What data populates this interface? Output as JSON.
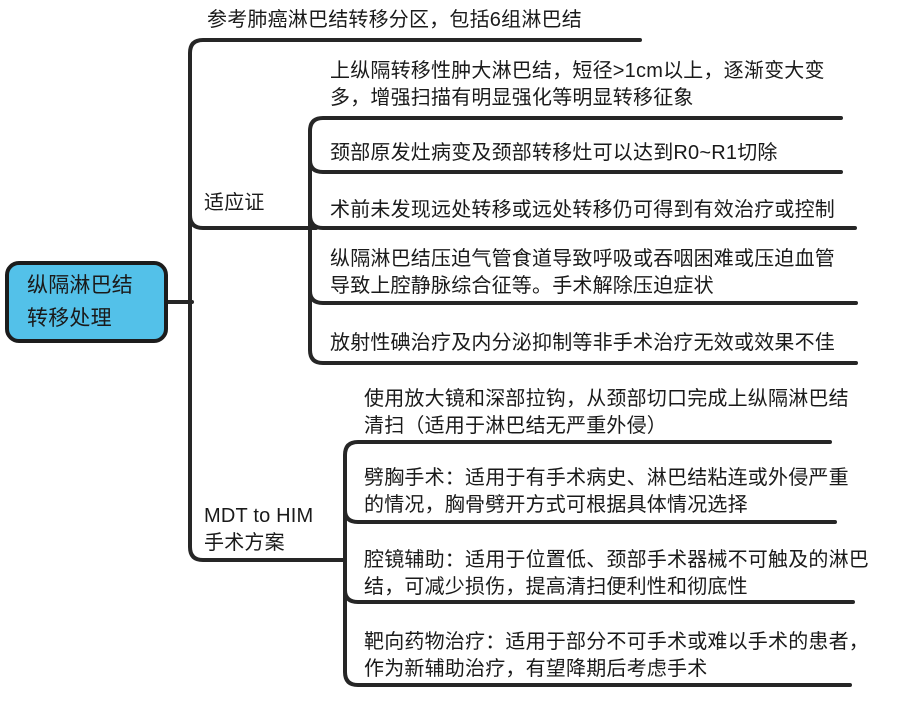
{
  "colors": {
    "line": "#262626",
    "text": "#1a1a1a",
    "root_fill": "#53C1E9",
    "root_border": "#1c1c1c",
    "background": "#ffffff"
  },
  "root": {
    "label": "纵隔淋巴结\n转移处理"
  },
  "branches": [
    {
      "label": "参考肺癌淋巴结转移分区，包括6组淋巴结",
      "children": []
    },
    {
      "label": "适应证",
      "children": [
        "上纵隔转移性肿大淋巴结，短径>1cm以上，逐渐变大变\n多，增强扫描有明显强化等明显转移征象",
        "颈部原发灶病变及颈部转移灶可以达到R0~R1切除",
        "术前未发现远处转移或远处转移仍可得到有效治疗或控制",
        "纵隔淋巴结压迫气管食道导致呼吸或吞咽困难或压迫血管\n导致上腔静脉综合征等。手术解除压迫症状",
        "放射性碘治疗及内分泌抑制等非手术治疗无效或效果不佳"
      ]
    },
    {
      "label": "MDT to HIM\n手术方案",
      "children": [
        "使用放大镜和深部拉钩，从颈部切口完成上纵隔淋巴结\n清扫（适用于淋巴结无严重外侵）",
        "劈胸手术：适用于有手术病史、淋巴结粘连或外侵严重\n的情况，胸骨劈开方式可根据具体情况选择",
        "腔镜辅助：适用于位置低、颈部手术器械不可触及的淋巴\n结，可减少损伤，提高清扫便利性和彻底性",
        "靶向药物治疗：适用于部分不可手术或难以手术的患者，\n作为新辅助治疗，有望降期后考虑手术"
      ]
    }
  ]
}
